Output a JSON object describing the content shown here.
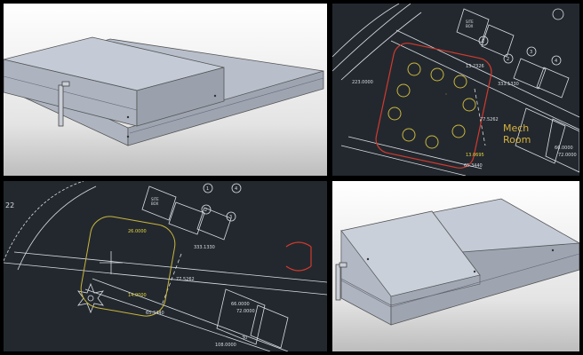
{
  "colors": {
    "cad_background": "#23282f",
    "cad_line": "#d8dde3",
    "outline_red": "#d33a2c",
    "circle_yellow": "#c9b73a",
    "dim_yellow": "#e6d63a",
    "label_gold": "#d6b23a",
    "model_face": "#b9c0cc"
  },
  "panels": {
    "top_right": {
      "label_line1": "Mech",
      "label_line2": "Room",
      "dims": {
        "d1": "223.0000",
        "d2": "13.2326",
        "d3": "333.1330",
        "d4": "77.5262",
        "d5": "13.0695",
        "d6": "65.3440",
        "d7": "66.0000",
        "d8": "72.0000"
      },
      "grid_marks": [
        "1",
        "2",
        "3",
        "4"
      ],
      "box_text": [
        "SITE",
        "BOX"
      ]
    },
    "bottom_left": {
      "corner_label": "22",
      "dims": {
        "d1": "26.0000",
        "d2": "333.1330",
        "d3": "77.5262",
        "d4": "14.0000",
        "d5": "65.3440",
        "d6": "66.0000",
        "d7": "72.0000",
        "d8": "108.0000",
        "d9": "30"
      },
      "grid_marks": [
        "1",
        "2",
        "3",
        "4"
      ],
      "box_text": [
        "SITE",
        "BOX"
      ]
    }
  }
}
